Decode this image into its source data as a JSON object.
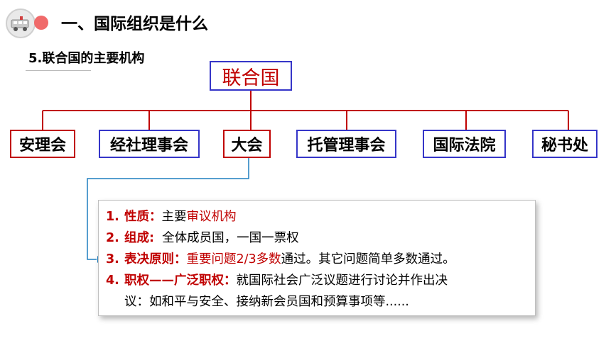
{
  "header": {
    "title": "一、国际组织是什么",
    "subtitle": "5.联合国的主要机构"
  },
  "diagram": {
    "root": "联合国",
    "organs": [
      "安理会",
      "经社理事会",
      "大会",
      "托管理事会",
      "国际法院",
      "秘书处"
    ]
  },
  "info": {
    "items": [
      {
        "num": "1.",
        "label": "性质：",
        "text_a": "主要",
        "text_red": "审议机构",
        "text_b": ""
      },
      {
        "num": "2.",
        "label": "组成:",
        "text_a": "  全体成员国，一国一票权",
        "text_red": "",
        "text_b": ""
      },
      {
        "num": "3.",
        "label": "表决原则：",
        "text_a": "",
        "text_red": "重要问题2/3多数",
        "text_b": "通过。其它问题简单多数通过。"
      },
      {
        "num": "4.",
        "label": "职权——广泛职权：",
        "text_a": "就国际社会广泛议题进行讨论并作出决",
        "text_red": "",
        "text_b": ""
      }
    ],
    "continuation": "议：如和平与安全、接纳新会员国和预算事项等......"
  },
  "colors": {
    "red": "#c00000",
    "blue": "#3535c8",
    "connector": "#1f7fbf",
    "accent_dot": "#f06a6a"
  }
}
